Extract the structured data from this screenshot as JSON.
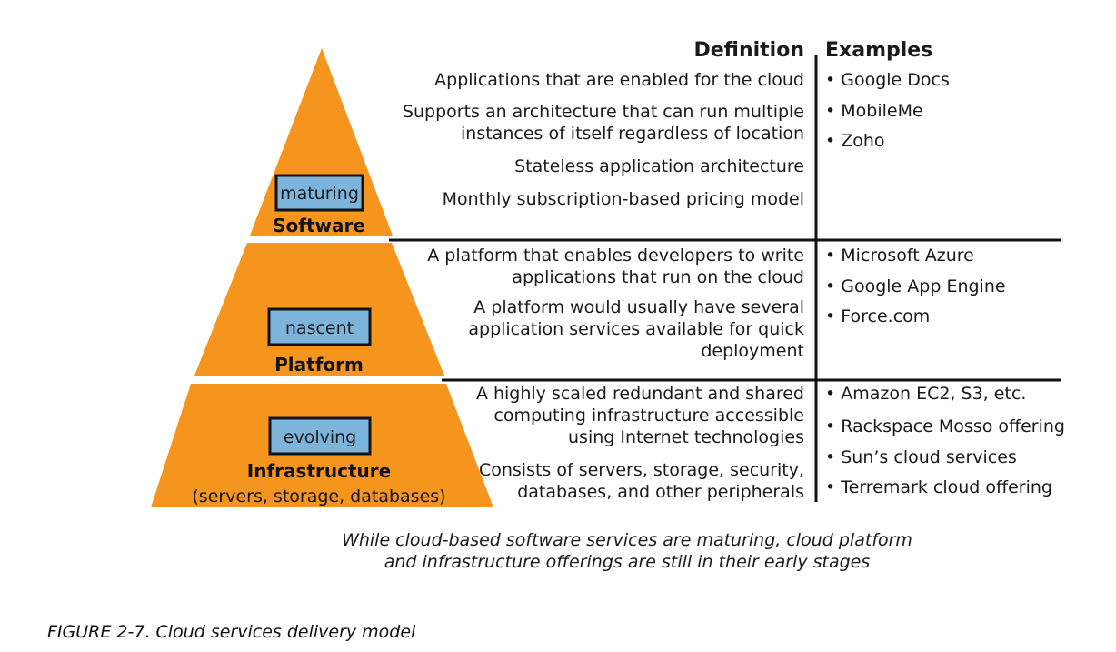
{
  "headers": {
    "definition": "Definition",
    "examples": "Examples"
  },
  "tiers": [
    {
      "name": "Software",
      "status": "maturing",
      "definitions": [
        "Applications that are enabled for the cloud",
        "Supports an architecture that can run multiple\ninstances of itself regardless of location",
        "Stateless application architecture",
        "Monthly subscription-based pricing model"
      ],
      "examples": [
        "• Google Docs",
        "• MobileMe",
        "• Zoho"
      ]
    },
    {
      "name": "Platform",
      "status": "nascent",
      "definitions": [
        "A platform that enables developers to write\napplications that run on the cloud",
        "A platform would usually have several\napplication services available for quick\ndeployment"
      ],
      "examples": [
        "• Microsoft Azure",
        "• Google App Engine",
        "• Force.com"
      ]
    },
    {
      "name": "Infrastructure",
      "subtitle": "(servers, storage, databases)",
      "status": "evolving",
      "definitions": [
        "A highly scaled redundant and shared\ncomputing infrastructure accessible\nusing Internet technologies",
        "Consists of servers, storage, security,\ndatabases, and other peripherals"
      ],
      "examples": [
        "• Amazon EC2, S3, etc.",
        "• Rackspace Mosso offering",
        "• Sun’s cloud services",
        "• Terremark cloud offering"
      ]
    }
  ],
  "caption": "While cloud-based software services are maturing, cloud platform\nand infrastructure offerings are still in their early stages",
  "figure_label": "FIGURE 2-7. Cloud services delivery model",
  "colors": {
    "tier_fill": "#f5951e",
    "status_box": "#7db4dc"
  }
}
